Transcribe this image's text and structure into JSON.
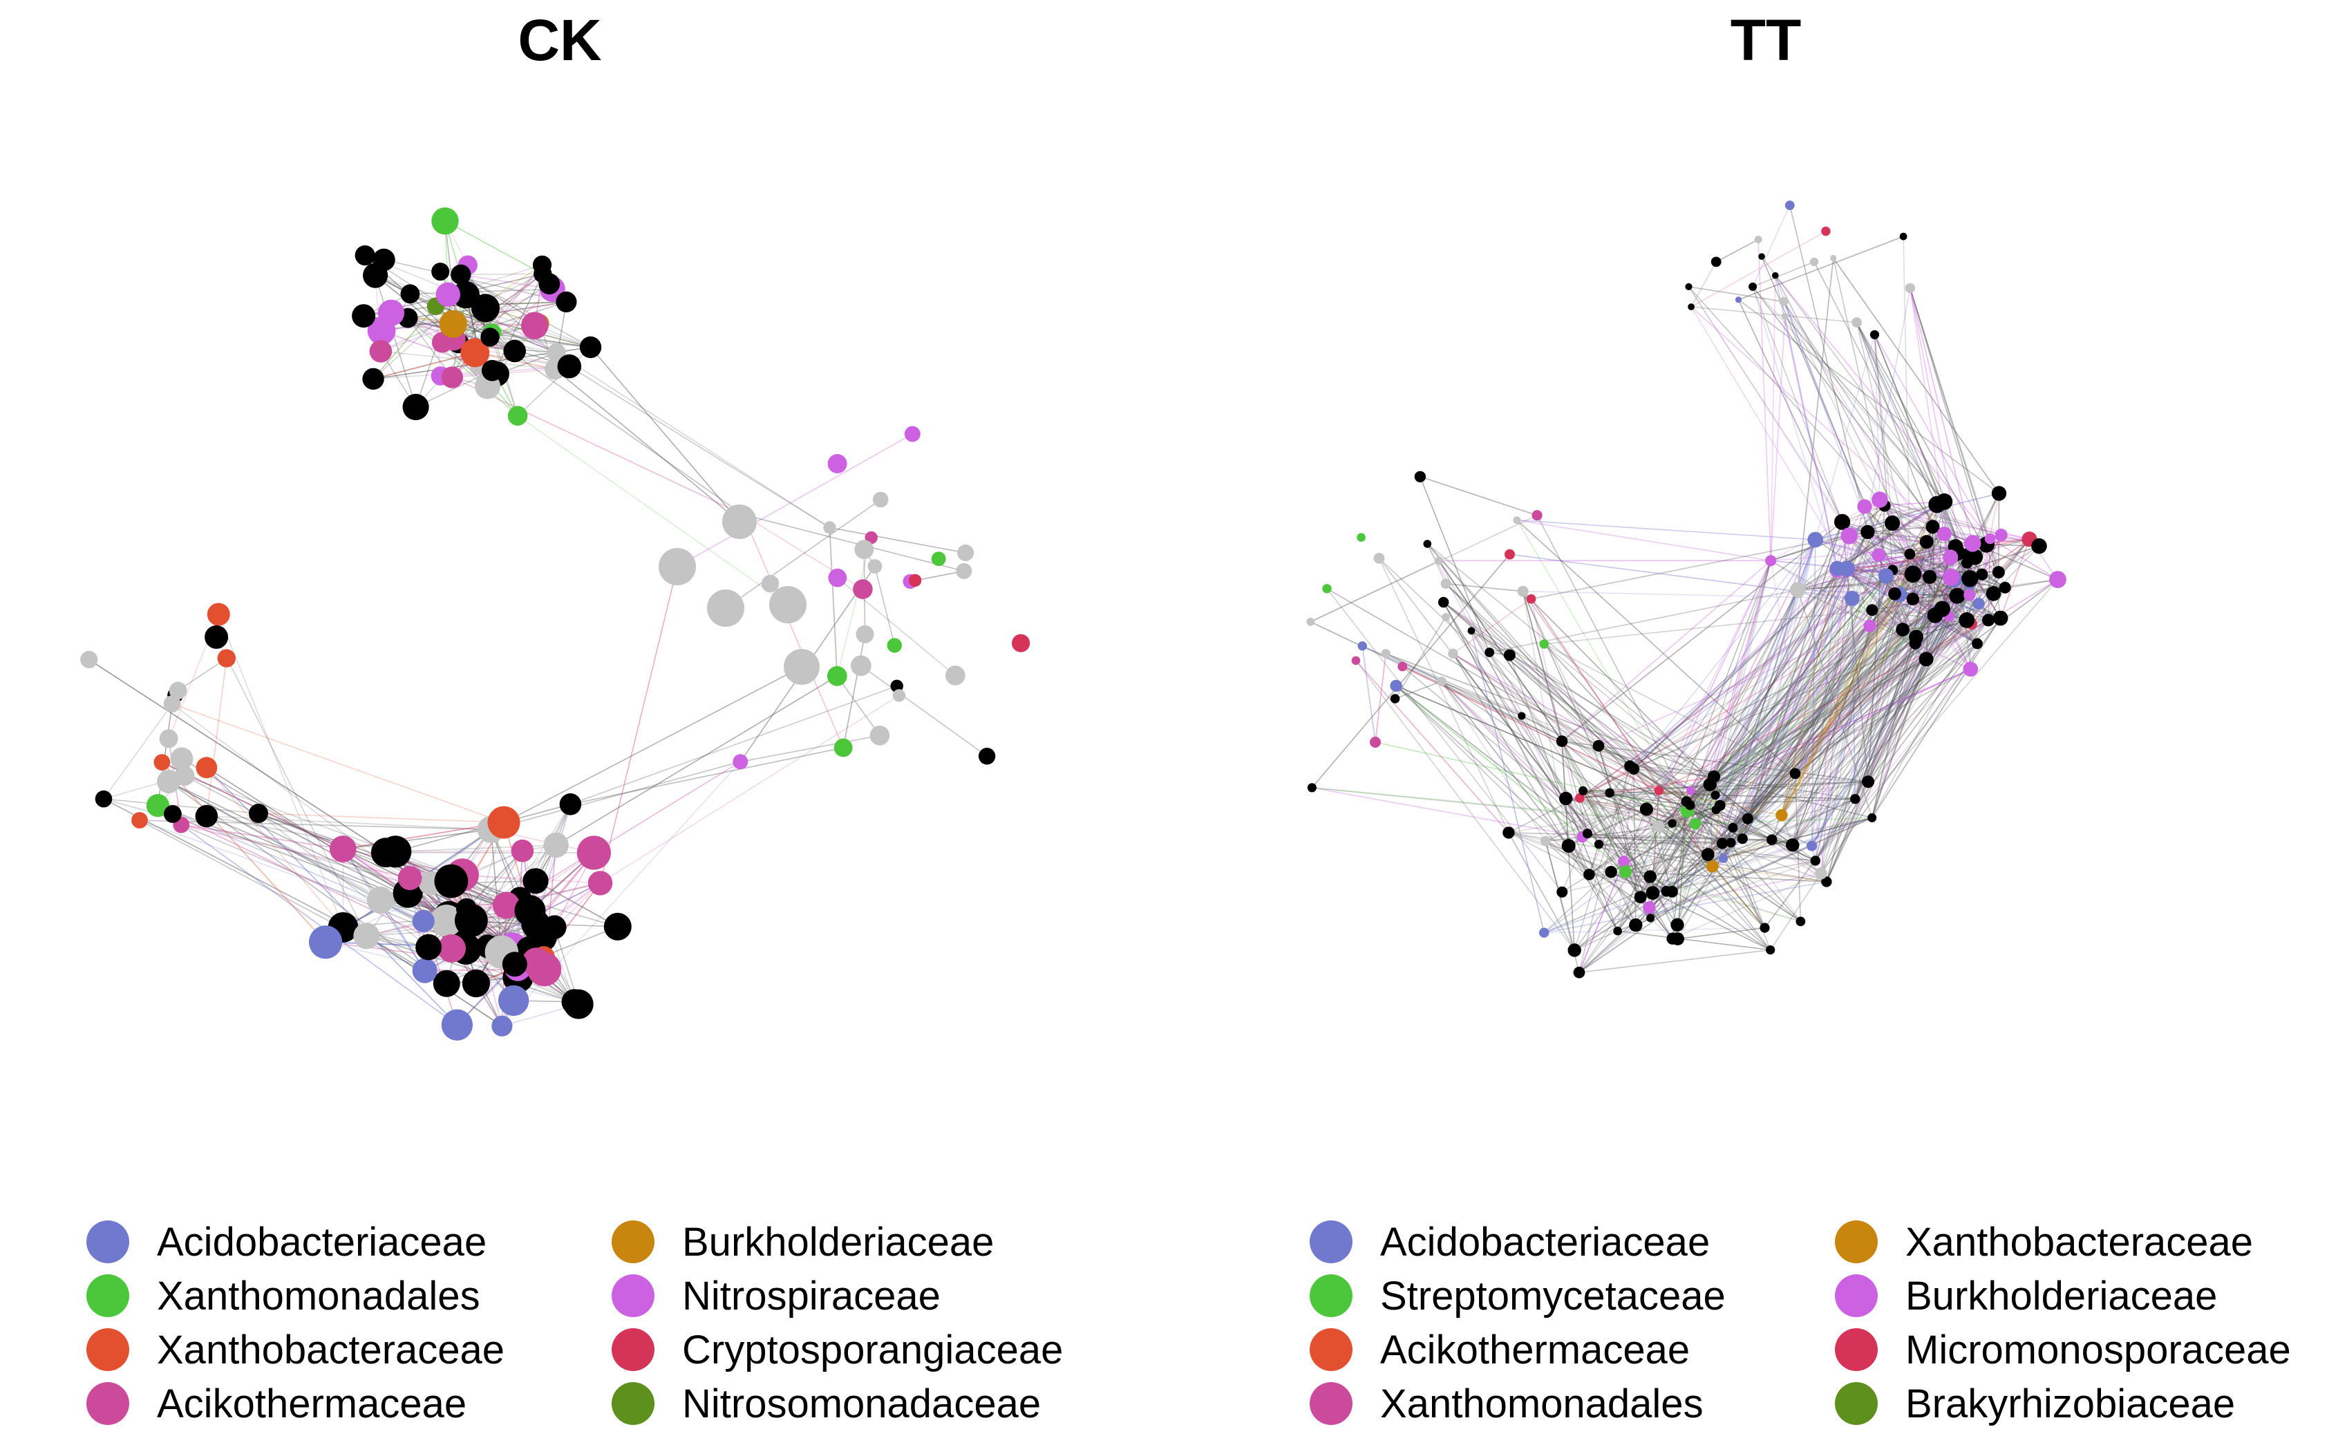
{
  "panels": [
    {
      "id": "ck",
      "title": "CK",
      "legend": [
        {
          "label": "Acidobacteriaceae",
          "color": "#7179cf"
        },
        {
          "label": "Xanthomonadales",
          "color": "#4cc63a"
        },
        {
          "label": "Xanthobacteraceae",
          "color": "#e2502f"
        },
        {
          "label": "Acikothermaceae",
          "color": "#cc4a9c"
        },
        {
          "label": "Burkholderiaceae",
          "color": "#c8860f"
        },
        {
          "label": "Nitrospiraceae",
          "color": "#cc62e2"
        },
        {
          "label": "Cryptosporangiaceae",
          "color": "#d63358"
        },
        {
          "label": "Nitrosomonadaceae",
          "color": "#5e901d"
        }
      ]
    },
    {
      "id": "tt",
      "title": "TT",
      "legend": [
        {
          "label": "Acidobacteriaceae",
          "color": "#7179cf"
        },
        {
          "label": "Streptomycetaceae",
          "color": "#4cc63a"
        },
        {
          "label": "Acikothermaceae",
          "color": "#e2502f"
        },
        {
          "label": "Xanthomonadales",
          "color": "#cc4a9c"
        },
        {
          "label": "Xanthobacteraceae",
          "color": "#c8860f"
        },
        {
          "label": "Burkholderiaceae",
          "color": "#cc62e2"
        },
        {
          "label": "Micromonosporaceae",
          "color": "#d63358"
        },
        {
          "label": "Brakyrhizobiaceae",
          "color": "#5e901d"
        }
      ]
    }
  ]
}
